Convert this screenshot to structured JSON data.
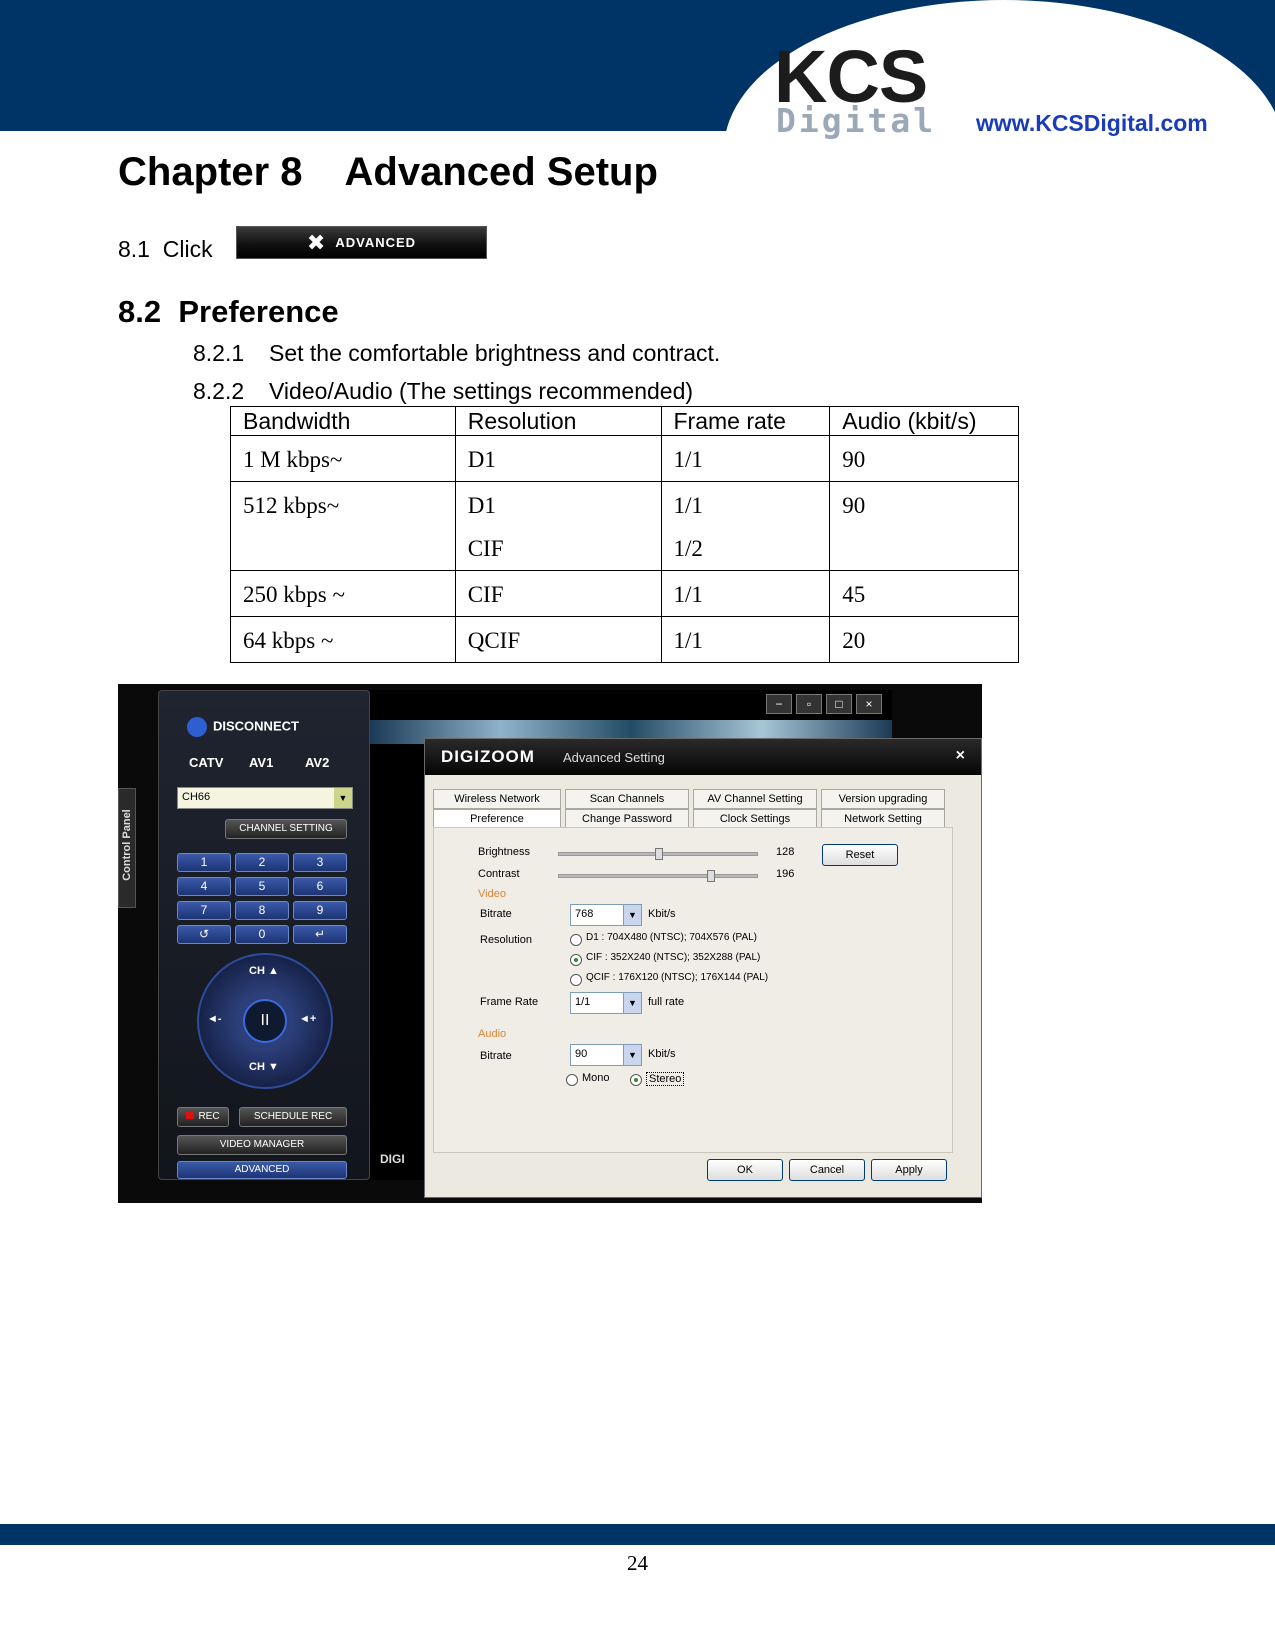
{
  "header": {
    "brand": "KCS",
    "brand_sub": "Digital",
    "url": "www.KCSDigital.com",
    "band_color": "#003366"
  },
  "chapter": {
    "number": "Chapter 8",
    "title": "Advanced Setup"
  },
  "step_8_1": {
    "number": "8.1",
    "text": "Click",
    "button_label": "ADVANCED",
    "button_icon": "tools-icon"
  },
  "section_8_2": {
    "number": "8.2",
    "title": "Preference"
  },
  "sub_8_2_1": {
    "number": "8.2.1",
    "text": "Set the comfortable brightness and contract."
  },
  "sub_8_2_2": {
    "number": "8.2.2",
    "text": "Video/Audio (The settings recommended)"
  },
  "table": {
    "headers": [
      "Bandwidth",
      "Resolution",
      "Frame rate",
      "Audio (kbit/s)"
    ],
    "rows": [
      {
        "bandwidth": "1 M kbps~",
        "resolution": [
          "D1"
        ],
        "frame_rate": [
          "1/1"
        ],
        "audio": "90"
      },
      {
        "bandwidth": "512 kbps~",
        "resolution": [
          "D1",
          "CIF"
        ],
        "frame_rate": [
          "1/1",
          "1/2"
        ],
        "audio": "90"
      },
      {
        "bandwidth": "250 kbps ~",
        "resolution": [
          "CIF"
        ],
        "frame_rate": [
          "1/1"
        ],
        "audio": "45"
      },
      {
        "bandwidth": "64 kbps ~",
        "resolution": [
          "QCIF"
        ],
        "frame_rate": [
          "1/1"
        ],
        "audio": "20"
      }
    ]
  },
  "screenshot": {
    "control_panel_tab": "Control Panel",
    "remote": {
      "disconnect": "DISCONNECT",
      "sources": [
        "CATV",
        "AV1",
        "AV2"
      ],
      "channel": "CH66",
      "channel_setting": "CHANNEL SETTING",
      "keypad": [
        "1",
        "2",
        "3",
        "4",
        "5",
        "6",
        "7",
        "8",
        "9",
        "↺",
        "0",
        "↵"
      ],
      "ch_up": "CH ▲",
      "ch_down": "CH ▼",
      "vol_down": "◄-",
      "vol_up": "◄+",
      "pause": "II",
      "rec": "REC",
      "schedule_rec": "SCHEDULE REC",
      "video_manager": "VIDEO MANAGER",
      "advanced": "ADVANCED"
    },
    "video_label": "DIGI",
    "window_controls": [
      "−",
      "▫",
      "□",
      "×"
    ],
    "dialog": {
      "logo": "DIGIZOOM",
      "title": "Advanced Setting",
      "close": "×",
      "tabs_row1": [
        "Wireless Network",
        "Scan Channels",
        "AV Channel Setting",
        "Version upgrading"
      ],
      "tabs_row2": [
        "Preference",
        "Change Password",
        "Clock Settings",
        "Network Setting"
      ],
      "brightness_label": "Brightness",
      "brightness_value": "128",
      "brightness_level": 0.5,
      "contrast_label": "Contrast",
      "contrast_value": "196",
      "contrast_level": 0.77,
      "reset": "Reset",
      "video_section": "Video",
      "bitrate_label": "Bitrate",
      "video_bitrate": "768",
      "video_bitrate_unit": "Kbit/s",
      "resolution_label": "Resolution",
      "resolutions": [
        "D1    : 704X480 (NTSC); 704X576 (PAL)",
        "CIF   : 352X240 (NTSC); 352X288 (PAL)",
        "QCIF : 176X120 (NTSC); 176X144 (PAL)"
      ],
      "selected_resolution": 1,
      "frame_rate_label": "Frame Rate",
      "frame_rate": "1/1",
      "frame_rate_note": "full rate",
      "audio_section": "Audio",
      "audio_bitrate_label": "Bitrate",
      "audio_bitrate": "90",
      "audio_bitrate_unit": "Kbit/s",
      "channels": [
        "Mono",
        "Stereo"
      ],
      "selected_channel": 1,
      "ok": "OK",
      "cancel": "Cancel",
      "apply": "Apply"
    }
  },
  "page_number": "24"
}
